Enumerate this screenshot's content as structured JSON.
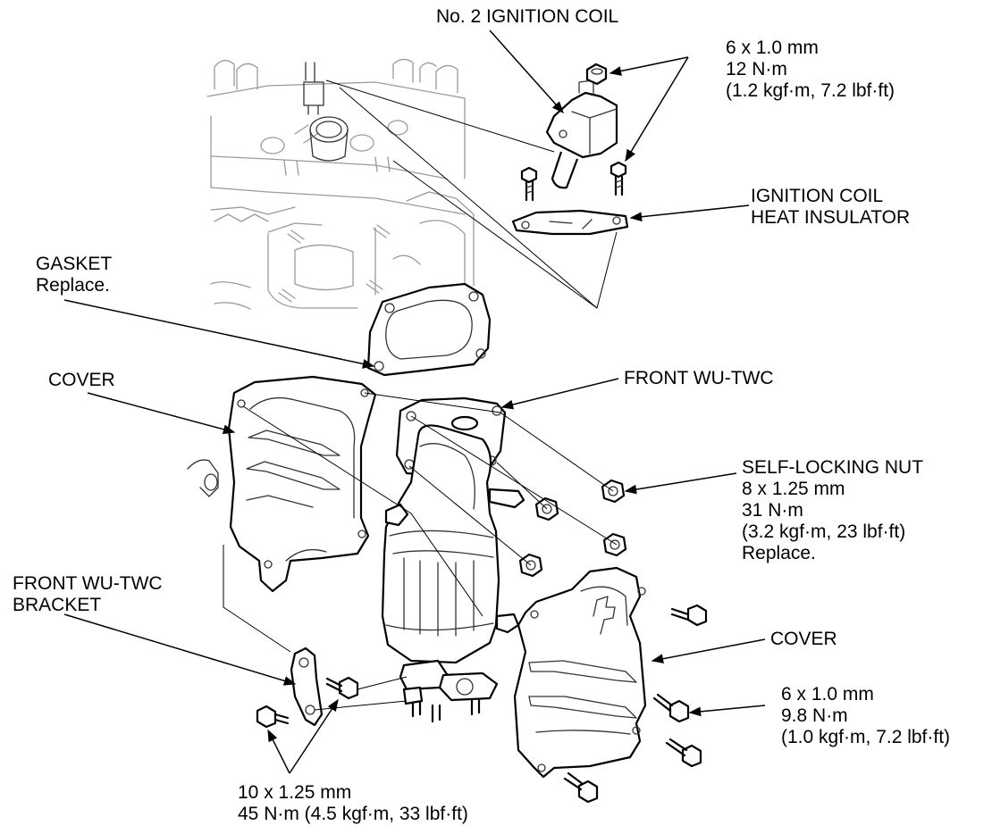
{
  "labels": {
    "ignition_coil": "No. 2 IGNITION COIL",
    "coil_bolt": [
      "6 x 1.0 mm",
      "12 N·m",
      "(1.2 kgf·m, 7.2 lbf·ft)"
    ],
    "heat_insulator": [
      "IGNITION COIL",
      "HEAT INSULATOR"
    ],
    "gasket": [
      "GASKET",
      "Replace."
    ],
    "cover_left": "COVER",
    "front_wu_twc": "FRONT WU-TWC",
    "self_locking_nut": [
      "SELF-LOCKING NUT",
      "8 x 1.25 mm",
      "31 N·m",
      "(3.2 kgf·m, 23 lbf·ft)",
      "Replace."
    ],
    "bracket": [
      "FRONT WU-TWC",
      "BRACKET"
    ],
    "cover_right": "COVER",
    "cover_bolt": [
      "6 x 1.0 mm",
      "9.8 N·m",
      "(1.0 kgf·m, 7.2 lbf·ft)"
    ],
    "bracket_bolt": [
      "10 x 1.25 mm",
      "45 N·m (4.5 kgf·m, 33 lbf·ft)"
    ]
  }
}
